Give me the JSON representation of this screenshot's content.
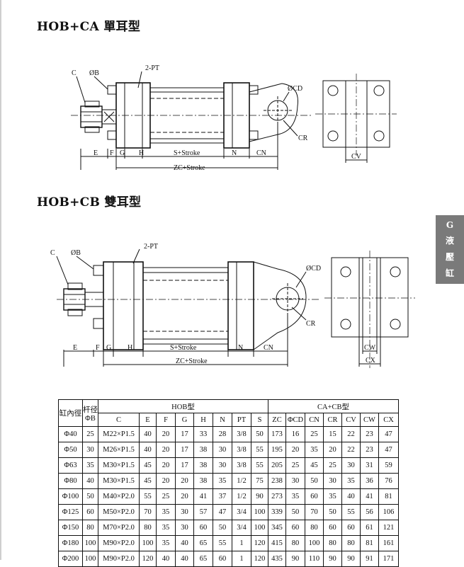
{
  "titles": {
    "ca": "HOB+CA 單耳型",
    "cb": "HOB+CB 雙耳型"
  },
  "labels": {
    "c": "C",
    "b": "ØB",
    "pt": "2-PT",
    "cd": "ØCD",
    "cr": "CR",
    "e": "E",
    "f": "F",
    "g": "G",
    "h": "H",
    "stroke": "S+Stroke",
    "n": "N",
    "cn": "CN",
    "zc": "ZC+Stroke",
    "cv": "CV",
    "cw": "CW",
    "cx": "CX"
  },
  "tab": [
    "G",
    "液",
    "壓",
    "缸"
  ],
  "table": {
    "head1": {
      "bore": "缸內徑",
      "rod": "杆径ΦB",
      "hob": "HOB型",
      "cacb": "CA+CB型"
    },
    "head2": [
      "C",
      "E",
      "F",
      "G",
      "H",
      "N",
      "PT",
      "S",
      "ZC",
      "ΦCD",
      "CN",
      "CR",
      "CV",
      "CW",
      "CX"
    ],
    "rows": [
      [
        "Φ40",
        "25",
        "M22×P1.5",
        "40",
        "20",
        "17",
        "33",
        "28",
        "3/8",
        "50",
        "173",
        "16",
        "25",
        "15",
        "22",
        "23",
        "47"
      ],
      [
        "Φ50",
        "30",
        "M26×P1.5",
        "40",
        "20",
        "17",
        "38",
        "30",
        "3/8",
        "55",
        "195",
        "20",
        "35",
        "20",
        "22",
        "23",
        "47"
      ],
      [
        "Φ63",
        "35",
        "M30×P1.5",
        "45",
        "20",
        "17",
        "38",
        "30",
        "3/8",
        "55",
        "205",
        "25",
        "45",
        "25",
        "30",
        "31",
        "59"
      ],
      [
        "Φ80",
        "40",
        "M30×P1.5",
        "45",
        "20",
        "20",
        "38",
        "35",
        "1/2",
        "75",
        "238",
        "30",
        "50",
        "30",
        "35",
        "36",
        "76"
      ],
      [
        "Φ100",
        "50",
        "M40×P2.0",
        "55",
        "25",
        "20",
        "41",
        "37",
        "1/2",
        "90",
        "273",
        "35",
        "60",
        "35",
        "40",
        "41",
        "81"
      ],
      [
        "Φ125",
        "60",
        "M50×P2.0",
        "70",
        "35",
        "30",
        "57",
        "47",
        "3/4",
        "100",
        "339",
        "50",
        "70",
        "50",
        "55",
        "56",
        "106"
      ],
      [
        "Φ150",
        "80",
        "M70×P2.0",
        "80",
        "35",
        "30",
        "60",
        "50",
        "3/4",
        "100",
        "345",
        "60",
        "80",
        "60",
        "60",
        "61",
        "121"
      ],
      [
        "Φ180",
        "100",
        "M90×P2.0",
        "100",
        "35",
        "40",
        "65",
        "55",
        "1",
        "120",
        "415",
        "80",
        "100",
        "80",
        "80",
        "81",
        "161"
      ],
      [
        "Φ200",
        "100",
        "M90×P2.0",
        "120",
        "40",
        "40",
        "65",
        "60",
        "1",
        "120",
        "435",
        "90",
        "110",
        "90",
        "90",
        "91",
        "171"
      ]
    ]
  }
}
